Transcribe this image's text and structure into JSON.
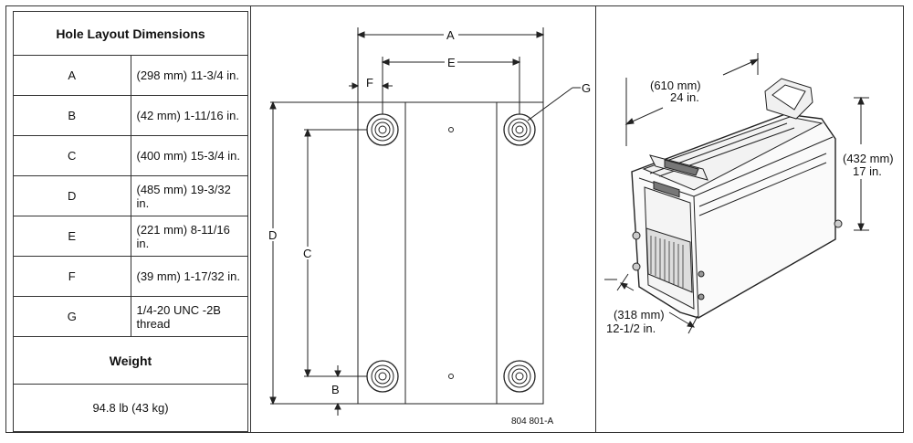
{
  "table": {
    "title": "Hole Layout Dimensions",
    "rows": [
      {
        "key": "A",
        "value": "(298 mm) 11-3/4 in."
      },
      {
        "key": "B",
        "value": "(42 mm) 1-11/16 in."
      },
      {
        "key": "C",
        "value": "(400 mm) 15-3/4 in."
      },
      {
        "key": "D",
        "value": "(485 mm) 19-3/32 in."
      },
      {
        "key": "E",
        "value": "(221 mm) 8-11/16 in."
      },
      {
        "key": "F",
        "value": "(39 mm) 1-17/32 in."
      },
      {
        "key": "G",
        "value": "1/4-20 UNC -2B thread"
      }
    ],
    "weight_title": "Weight",
    "weight_value": "94.8 lb (43 kg)"
  },
  "layout_diagram": {
    "labels": {
      "A": "A",
      "B": "B",
      "C": "C",
      "D": "D",
      "E": "E",
      "F": "F",
      "G": "G"
    },
    "drawing_number": "804 801-A"
  },
  "unit_view": {
    "depth_mm": "(610 mm)",
    "depth_in": "24 in.",
    "height_mm": "(432 mm)",
    "height_in": "17 in.",
    "width_mm": "(318 mm)",
    "width_in": "12-1/2 in."
  }
}
